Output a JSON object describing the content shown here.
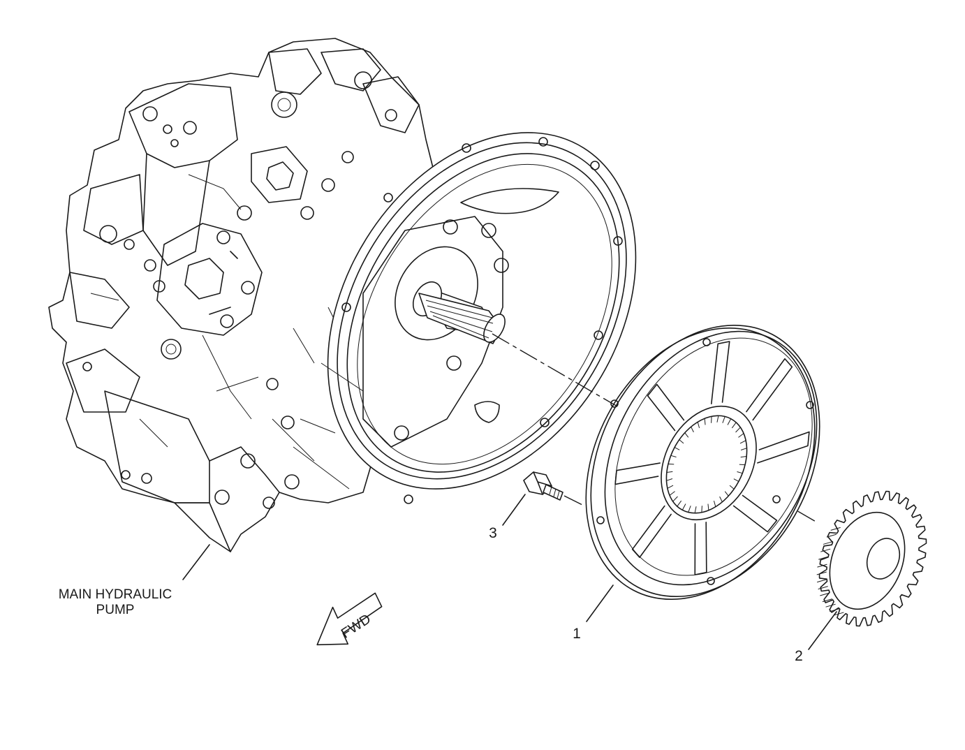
{
  "labels": {
    "main_pump_line1": "MAIN HYDRAULIC",
    "main_pump_line2": "PUMP",
    "fwd_arrow": "FWD",
    "callout_1": "1",
    "callout_2": "2",
    "callout_3": "3"
  }
}
